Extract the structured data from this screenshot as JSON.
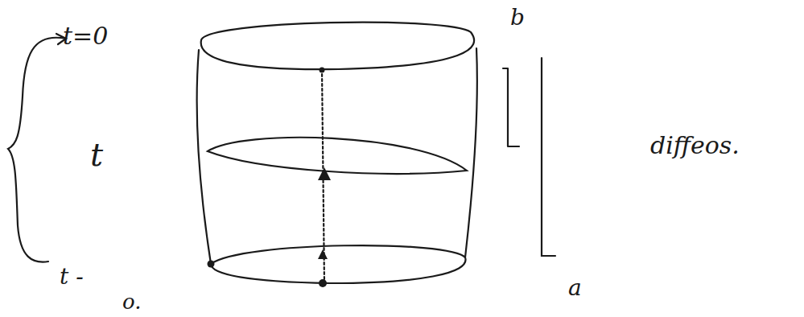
{
  "diagram": {
    "labels": [
      "t=0",
      "t",
      "t -",
      "o.",
      "b",
      "a",
      "diffeos."
    ]
  }
}
